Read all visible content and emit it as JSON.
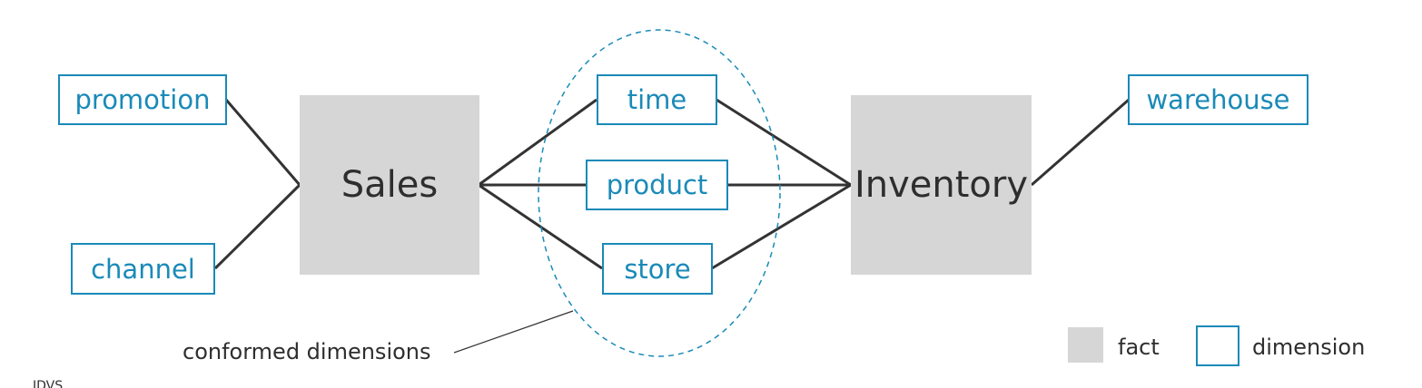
{
  "facts": {
    "sales": "Sales",
    "inventory": "Inventory"
  },
  "dimensions": {
    "promotion": "promotion",
    "channel": "channel",
    "time": "time",
    "product": "product",
    "store": "store",
    "warehouse": "warehouse"
  },
  "annotation": "conformed dimensions",
  "legend": {
    "fact": "fact",
    "dimension": "dimension"
  },
  "footer_fragment": "IDVS",
  "colors": {
    "fact_fill": "#d6d6d6",
    "dimension_border": "#1a8ab8",
    "dimension_text": "#1a8ab8",
    "line": "#333333",
    "ellipse": "#1a8ab8"
  }
}
